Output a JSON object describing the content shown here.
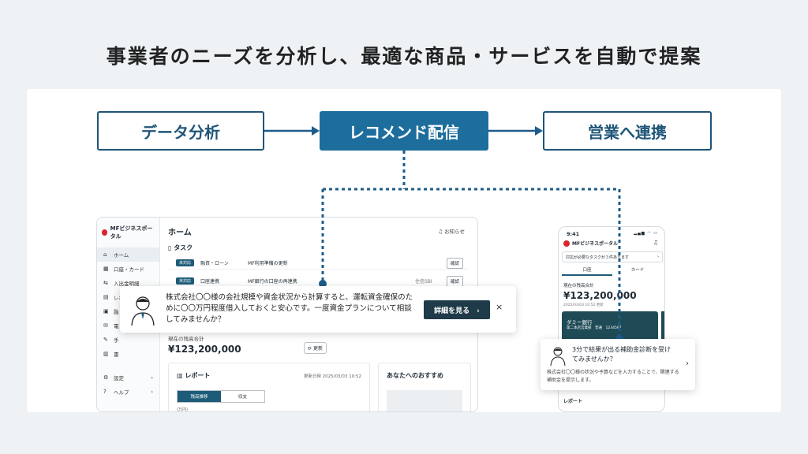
{
  "headline": "事業者のニーズを分析し、最適な商品・サービスを自動で提案",
  "flow": {
    "step1": "データ分析",
    "step2": "レコメンド配信",
    "step3": "営業へ連携"
  },
  "desktop": {
    "brand": "MFビジネスポータル",
    "nav": [
      {
        "icon": "⌂",
        "label": "ホーム"
      },
      {
        "icon": "▦",
        "label": "口座・カード"
      },
      {
        "icon": "⇆",
        "label": "入出金明細"
      },
      {
        "icon": "▤",
        "label": "レポート"
      },
      {
        "icon": "▣",
        "label": "融"
      },
      {
        "icon": "✉",
        "label": "電"
      },
      {
        "icon": "✎",
        "label": "手"
      },
      {
        "icon": "▥",
        "label": "書"
      },
      {
        "icon": "⚙",
        "label": "設定",
        "chev": "›"
      },
      {
        "icon": "?",
        "label": "ヘルプ",
        "chev": "›"
      }
    ],
    "home_title": "ホーム",
    "notice": "お知らせ",
    "task_title": "タスク",
    "tasks": [
      {
        "badge": "未対応",
        "label": "融資・ローン",
        "desc": "MF利用準備の更新",
        "extra": "",
        "btn": "確認"
      },
      {
        "badge": "未対応",
        "label": "口座連携",
        "desc": "MF銀行の口座の再連携",
        "extra": "住信SBI",
        "btn": "確認"
      }
    ],
    "balance_label": "現在の残高合計",
    "balance_value": "¥123,200,000",
    "refresh": "更新",
    "report_title": "レポート",
    "report_date": "更新日時 2025/03/03 10:52",
    "report_tab1": "残高推移",
    "report_tab2": "収支",
    "report_pct": "(万円)",
    "rec_title": "あなたへのおすすめ"
  },
  "popup": {
    "text": "株式会社〇〇様の会社規模や資金状況から計算すると、運転資金確保のために〇〇万円程度借入しておくと安心です。一度資金プランについて相談してみませんか？",
    "button": "詳細を見る　›",
    "close": "×"
  },
  "phone": {
    "time": "9:41",
    "status": "▂▄▆ ◠ ▭",
    "brand": "MFビジネスポータル",
    "task": "対応が必要なタスクが３件あります",
    "task_chev": "›",
    "tab1": "口座",
    "tab2": "カード",
    "balance_label": "現在の残高合計",
    "balance": "¥123,200,000",
    "date": "2025/03/03 10:52 更新",
    "bank_name": "ダミー銀行",
    "bank_sub": "第二本店営業部　普通　1234567",
    "report": "レポート"
  },
  "notif": {
    "title": "3分で結果が出る補助金診断を受けてみませんか？",
    "body": "株式会社〇〇様の状況や予算などを入力することで、関連する補助金を提示します。",
    "chev": "›"
  },
  "colors": {
    "accent": "#1d6e9c",
    "dark_btn": "#1f3a48",
    "brand_red": "#d8262b",
    "connector": "#1d5c8a"
  }
}
